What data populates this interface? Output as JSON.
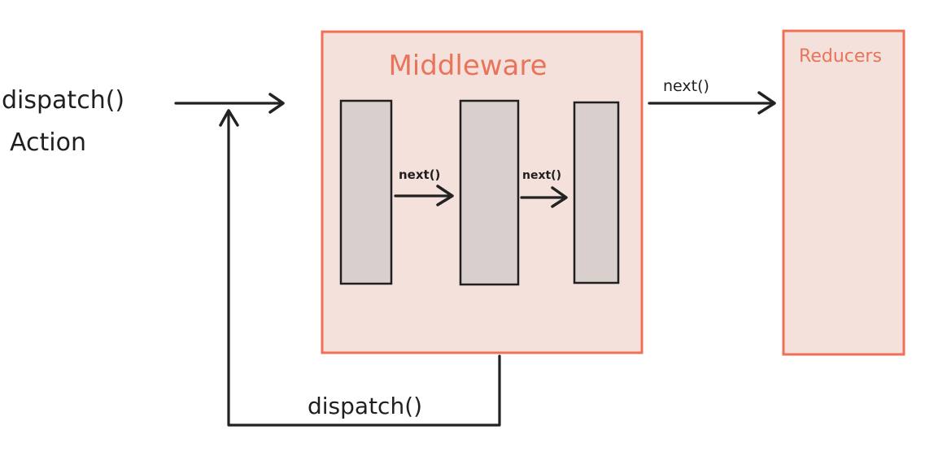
{
  "diagram": {
    "entry": {
      "line1": "dispatch()",
      "line2": "Action"
    },
    "middleware": {
      "title": "Middleware",
      "inner_arrows": [
        "next()",
        "next()"
      ]
    },
    "reducers": {
      "title": "Reducers"
    },
    "to_reducers_label": "next()",
    "loop_label": "dispatch()",
    "colors": {
      "box_fill": "#f5e1dc",
      "box_stroke": "#ee7156",
      "inner_fill": "#d9cfcc",
      "line": "#222222"
    }
  }
}
